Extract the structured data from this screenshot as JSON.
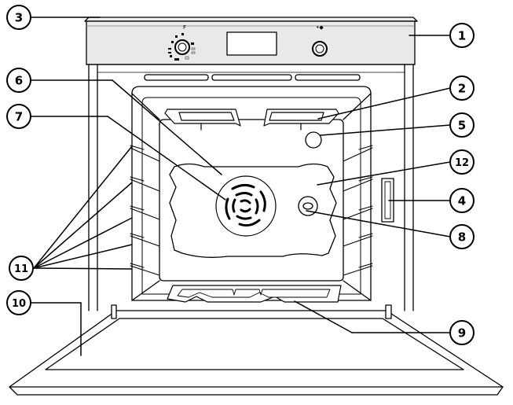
{
  "panel": {
    "selector_label": "F",
    "thermostat_label": "•◆"
  },
  "callouts": [
    {
      "id": "1",
      "label": "1"
    },
    {
      "id": "2",
      "label": "2"
    },
    {
      "id": "3",
      "label": "3"
    },
    {
      "id": "4",
      "label": "4"
    },
    {
      "id": "5",
      "label": "5"
    },
    {
      "id": "6",
      "label": "6"
    },
    {
      "id": "7",
      "label": "7"
    },
    {
      "id": "8",
      "label": "8"
    },
    {
      "id": "9",
      "label": "9"
    },
    {
      "id": "10",
      "label": "10"
    },
    {
      "id": "11",
      "label": "11"
    },
    {
      "id": "12",
      "label": "12"
    }
  ]
}
